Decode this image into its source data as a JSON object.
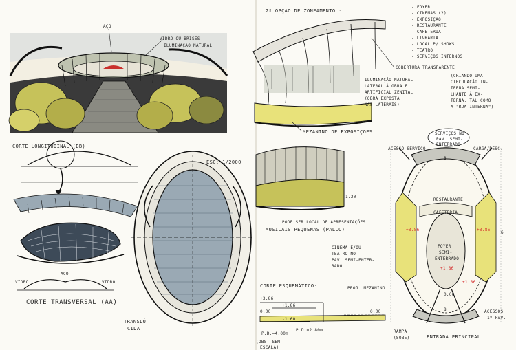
{
  "colors": {
    "paper": "#fbfaf5",
    "ink": "#1a1a1a",
    "foliage": "#c6c25a",
    "shadow": "#3a3a3a",
    "sky": "#9aa9b4",
    "highlight": "#e8e27a",
    "red_mark": "#d42b2b"
  },
  "left": {
    "perspective": {
      "label_aco": "AÇO",
      "label_vidro_brise": "VIDRO OU BRISES",
      "label_iluminacao": "ILUMINAÇÃO NATURAL"
    },
    "corte_longitudinal": "CORTE LONGITUDINAL (BB)",
    "corte_transversal": "CORTE TRANSVERSAL (AA)",
    "section_labels": {
      "aco": "AÇO",
      "vidro_left": "VIDRO",
      "vidro_right": "VIDRO"
    },
    "plan": {
      "scale": "ESC: 1/2000",
      "translucida_1": "TRANSLÚ",
      "translucida_2": "CIDA"
    }
  },
  "right": {
    "title": "2ª OPÇÃO DE ZONEAMENTO :",
    "program": [
      "- FOYER",
      "- CINEMAS (2)",
      "- EXPOSIÇÃO",
      "- RESTAURANTE",
      "- CAFETERIA",
      "- LIVRARIA",
      "- LOCAL P/ SHOWS",
      "- TEATRO",
      "- SERVIÇOS INTERNOS"
    ],
    "cobertura": "COBERTURA TRANSPARENTE",
    "circulacao": [
      "(CRIANDO UMA",
      "CIRCULAÇÃO IN-",
      "TERNA SEMI-",
      "LHANTE À EX-",
      "TERNA, TAL COMO",
      "A \"RUA INTERNA\")"
    ],
    "iluminacao": [
      "ILUMINAÇÃO NATURAL",
      "LATERAL À OBRA E",
      "ARTIFICIAL ZENITAL",
      "(OBRA EXPOSTA",
      "NAS LATERAIS)"
    ],
    "mezanino": "MEZANINO DE EXPOSIÇÕES",
    "dim_120": "1.20",
    "palco": [
      "PODE SER LOCAL DE APRESENTAÇÕES",
      "MUSICAIS PEQUENAS (PALCO)"
    ],
    "cinema": [
      "CINEMA E/OU",
      "TEATRO NO",
      "PAV. SEMI-ENTER-",
      "RADO"
    ],
    "corte_esquematico": "CORTE ESQUEMÁTICO:",
    "proj_mezanino": "PROJ. MEZANINO",
    "levels": {
      "l_386": "+3.86",
      "l_186": "+1.86",
      "l_000": "0.00",
      "l_160": "-1.60",
      "l_000_right": "0.00"
    },
    "pd_400": "P.D.=4.00m",
    "pd_280": "P.D.=2.80m",
    "obs_1": "(OBS: SEM",
    "obs_2": "ESCALA)",
    "plan": {
      "servicos": [
        "SERVIÇOS NO",
        "PAV. SEMI-",
        "ENTERRADO"
      ],
      "acesso_servico": "ACESSO SERVIÇO",
      "carga": "CARGA/DESC.",
      "restaurante": "RESTAURANTE",
      "cafeteria": "CAFETERIA",
      "l_386_left": "+3.86",
      "l_386_right": "+3.86",
      "foyer": [
        "FOYER",
        "SEMI-",
        "ENTERRADO"
      ],
      "l_186": "+1.86",
      "l_186_b": "+1.86",
      "l_000": "0.00",
      "acessos": [
        "ACESSOS",
        "1º PAV."
      ],
      "rampa": [
        "RAMPA",
        "(SOBE)"
      ],
      "entrada": "ENTRADA PRINCIPAL",
      "grid_8": "8",
      "grid_6": "6"
    }
  }
}
